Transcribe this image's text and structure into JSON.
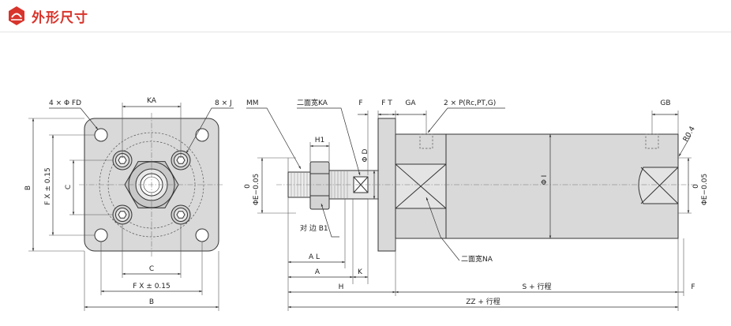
{
  "header": {
    "title": "外形尺寸",
    "logo_icon": "brand-logo-icon"
  },
  "colors": {
    "accent": "#d8342b",
    "body_fill": "#d9d9d9",
    "line": "#333333"
  },
  "front_view": {
    "holes_label": "4 × Φ FD",
    "ka_label": "KA",
    "screws_label": "8 × J",
    "b_label": "B",
    "fx_vert_label": "F X ± 0.15",
    "c_vert_label": "C",
    "c_horiz_label": "C",
    "fx_horiz_label": "F X ± 0.15",
    "b_horiz_label": "B"
  },
  "side_view": {
    "mm_label": "MM",
    "flats_ka_label": "二面宽KA",
    "f_top_label": "F",
    "ft_label": "F T",
    "ga_label": "GA",
    "port_label": "2 × P(Rc,PT,G)",
    "gb_label": "GB",
    "r_label": "R0.4",
    "h1_label": "H1",
    "d_label": "Φ D",
    "e_left_zero": "0",
    "e_left_label": "ΦE−0.05",
    "e_right_zero": "0",
    "e_right_label": "ΦE−0.05",
    "i_label": "Φ I",
    "b1_label": "对 边 B1",
    "na_label": "二面宽NA",
    "al_label": "A L",
    "a_label": "A",
    "k_label": "K",
    "h_label": "H",
    "stroke_label": "S + 行程",
    "f_bottom_label": "F",
    "zz_label": "ZZ + 行程"
  }
}
